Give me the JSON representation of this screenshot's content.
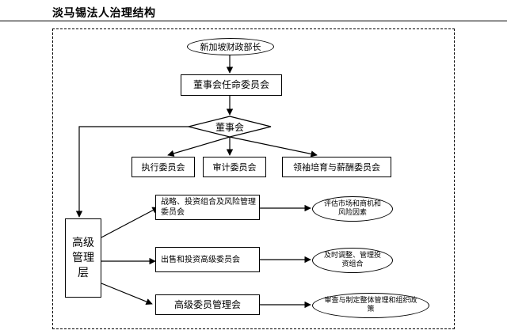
{
  "title": "淡马锡法人治理结构",
  "nodes": {
    "minister": "新加坡财政部长",
    "appointment_committee": "董事会任命委员会",
    "board": "董事会",
    "executive_committee": "执行委员会",
    "audit_committee": "审计委员会",
    "leadership_committee": "领袖培育与薪酬委员会",
    "senior_management_label": "高级管理层",
    "strategy_committee": "战略、投资组合及风险管理委员会",
    "divestment_committee": "出售和投资高级委员会",
    "senior_mgmt_committee": "高级委员管理会",
    "evaluate_market": "评估市场和商机和风险因素",
    "timely_adjust": "及时调整、管理投资组合",
    "review_policy": "审查与制定整体管理和组织政策"
  }
}
